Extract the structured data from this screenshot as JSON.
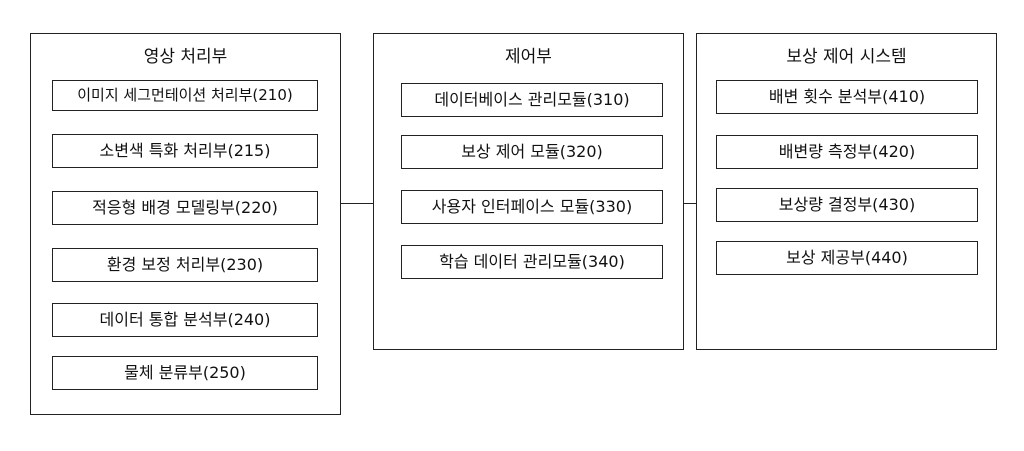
{
  "image_processing": {
    "title": "영상 처리부",
    "modules": [
      "이미지 세그먼테이션 처리부(210)",
      "소변색 특화 처리부(215)",
      "적응형 배경 모델링부(220)",
      "환경 보정 처리부(230)",
      "데이터 통합 분석부(240)",
      "물체 분류부(250)"
    ]
  },
  "control": {
    "title": "제어부",
    "modules": [
      "데이터베이스 관리모듈(310)",
      "보상 제어 모듈(320)",
      "사용자 인터페이스 모듈(330)",
      "학습 데이터 관리모듈(340)"
    ]
  },
  "reward_system": {
    "title": "보상 제어 시스템",
    "modules": [
      "배변 횟수 분석부(410)",
      "배변량 측정부(420)",
      "보상량 결정부(430)",
      "보상 제공부(440)"
    ]
  }
}
